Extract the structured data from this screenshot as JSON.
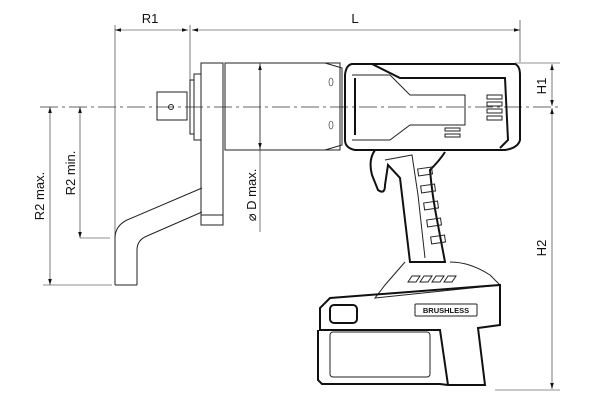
{
  "dimensions": {
    "r1": "R1",
    "l": "L",
    "h1": "H1",
    "h2": "H2",
    "r2_max": "R2 max.",
    "r2_min": "R2 min.",
    "d_max": "⌀ D max."
  },
  "tool": {
    "battery_label": "BRUSHLESS"
  }
}
